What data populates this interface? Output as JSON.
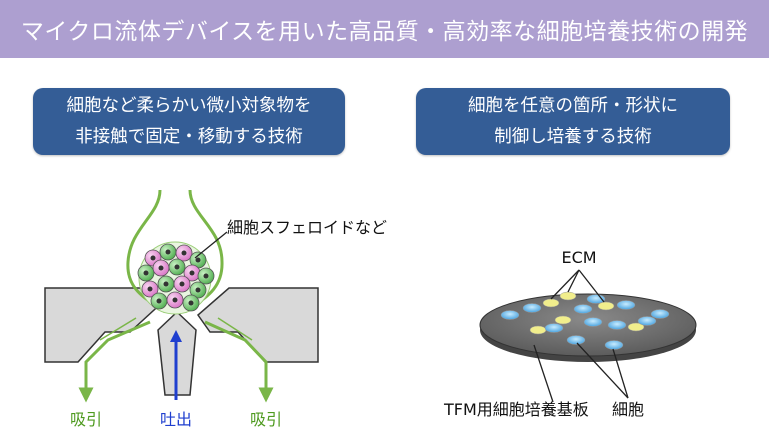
{
  "header": {
    "title": "マイクロ流体デバイスを用いた高品質・高効率な細胞培養技術の開発"
  },
  "left_panel": {
    "heading_line1": "細胞など柔らかい微小対象物を",
    "heading_line2": "非接触で固定・移動する技術",
    "callout": "細胞スフェロイドなど",
    "label_suction_left": "吸引",
    "label_discharge": "吐出",
    "label_suction_right": "吸引"
  },
  "right_panel": {
    "heading_line1": "細胞を任意の箇所・形状に",
    "heading_line2": "制御し培養する技術",
    "label_ecm": "ECM",
    "label_substrate": "TFM用細胞培養基板",
    "label_cells": "細胞"
  },
  "colors": {
    "title_bg": "#ad9fd0",
    "heading_box": "#345d96",
    "flow_green": "#7ab648",
    "discharge_blue": "#1f3fcf",
    "label_green": "#4e9a1f",
    "cell_pink": "#e59ad8",
    "cell_green": "#6ec36e",
    "ecm_yellow": "#f1ee8c",
    "cell_blue": "#7fc5f0"
  }
}
